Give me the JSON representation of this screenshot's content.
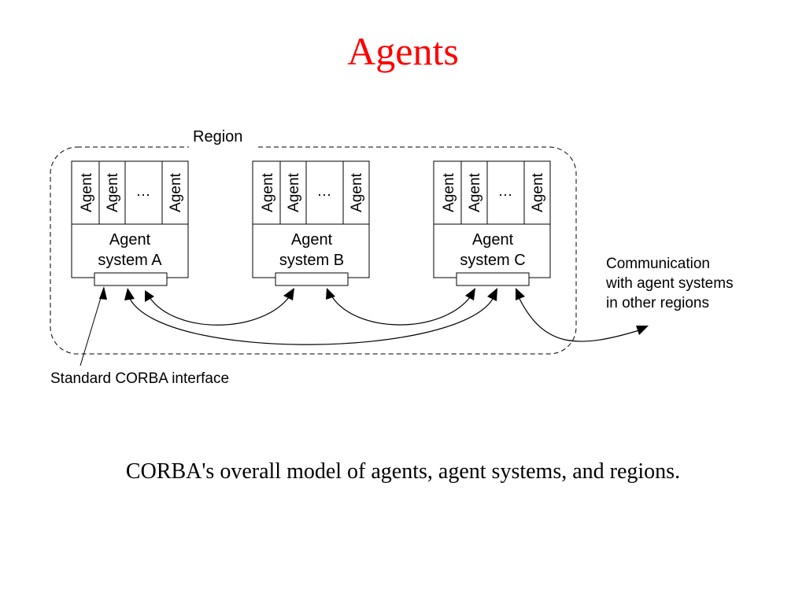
{
  "title": "Agents",
  "caption": "CORBA's overall model of agents, agent systems, and regions.",
  "diagram": {
    "region_label": "Region",
    "agent_label": "Agent",
    "ellipsis": "…",
    "systems": [
      {
        "line1": "Agent",
        "line2": "system A"
      },
      {
        "line1": "Agent",
        "line2": "system B"
      },
      {
        "line1": "Agent",
        "line2": "system C"
      }
    ],
    "interface_note": "Standard CORBA interface",
    "external_note": {
      "line1": "Communication",
      "line2": "with agent systems",
      "line3": "in other regions"
    }
  }
}
